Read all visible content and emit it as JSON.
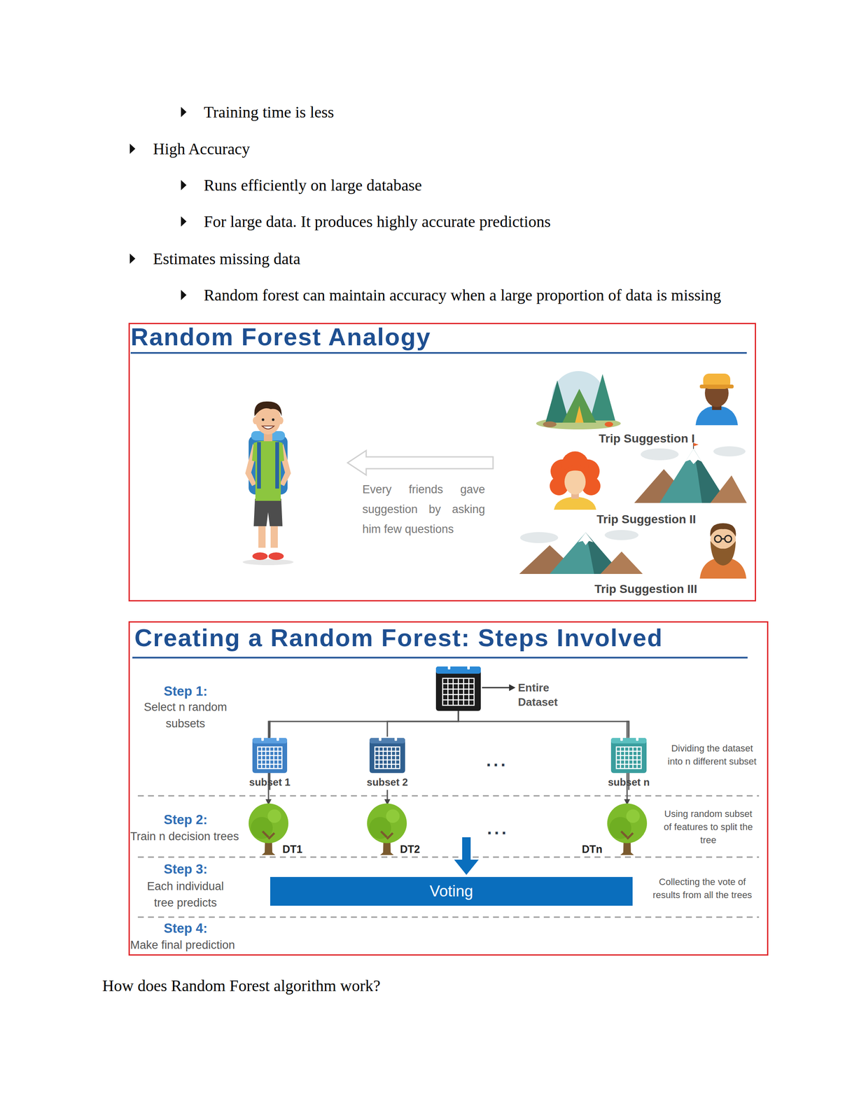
{
  "diagram": {
    "nodes": [
      {
        "text": [
          "Random Forest Analogy"
        ]
      },
      {
        "text": [
          "Creating a Random Forest: Steps Involved"
        ]
      },
      {
        "text": [
          "Entire Dataset"
        ],
        "in": 1
      },
      {
        "text": [
          "subset 1"
        ],
        "in": 1
      },
      {
        "text": [
          "subset 2"
        ],
        "in": 1
      },
      {
        "text": [
          "subset n"
        ],
        "in": 1
      },
      {
        "text": [
          "DT1"
        ],
        "in": 1
      },
      {
        "text": [
          "DT2"
        ],
        "in": 1
      },
      {
        "text": [
          "DTn"
        ],
        "in": 1
      },
      {
        "text": [
          "Voting"
        ],
        "in": 1
      }
    ],
    "edges": [
      {
        "from": 2,
        "to": 3,
        "arrow": "none"
      },
      {
        "from": 2,
        "to": 4,
        "arrow": "none"
      },
      {
        "from": 2,
        "to": 5,
        "arrow": "none"
      },
      {
        "from": 3,
        "to": 6,
        "arrow": "to"
      },
      {
        "from": 4,
        "to": 7,
        "arrow": "to"
      },
      {
        "from": 5,
        "to": 8,
        "arrow": "to"
      }
    ],
    "labels": [
      "Training time is less",
      "High Accuracy",
      "Runs efficiently on large database",
      "For large data. It produces highly accurate predictions",
      "Estimates missing data",
      "Random forest can maintain accuracy when a large proportion of data is missing",
      "Every friends gave suggestion by asking him few questions",
      "Trip Suggestion I",
      "Trip Suggestion II",
      "Trip Suggestion III",
      "Step 1:",
      "Select n random subsets",
      "...",
      "Dividing the dataset into n different subset",
      "Step 2:",
      "Train n decision trees",
      "...",
      "Using random subset of features to split the tree",
      "Step 3:",
      "Each individual tree predicts",
      "Collecting the vote of results from all the trees",
      "Step 4:",
      "Make final prediction",
      "How does Random Forest algorithm work?"
    ]
  }
}
